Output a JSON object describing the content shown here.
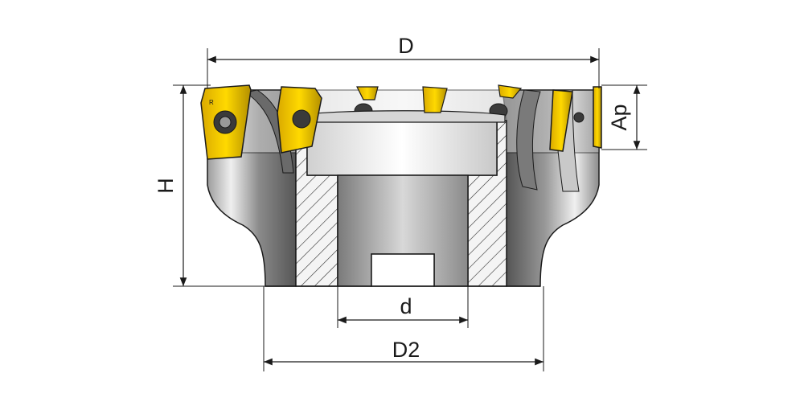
{
  "labels": {
    "D": "D",
    "Ap": "Ap",
    "H": "H",
    "d": "d",
    "D2": "D2"
  },
  "colors": {
    "insert": "#f0c400",
    "insert_dark": "#b38f00",
    "steel_light": "#e4e4e4",
    "steel_mid": "#a8a8a8",
    "steel_dark": "#5a5a5a",
    "outline": "#1a1a1a"
  }
}
